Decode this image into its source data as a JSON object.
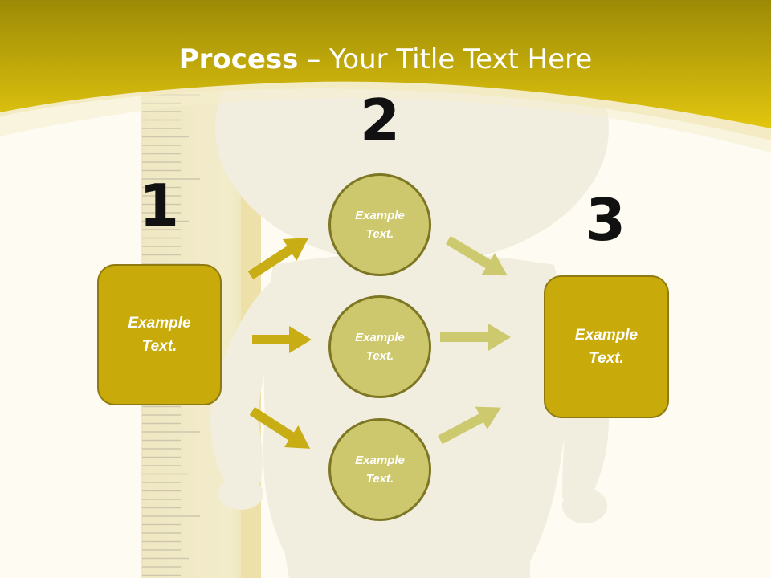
{
  "title": {
    "bold": "Process",
    "rest": " – Your Title Text Here"
  },
  "steps": [
    {
      "number": "1",
      "label": "Example Text."
    },
    {
      "number": "2",
      "items": [
        "Example Text.",
        "Example Text.",
        "Example Text."
      ]
    },
    {
      "number": "3",
      "label": "Example Text."
    }
  ],
  "colors": {
    "header": "#c9ac08",
    "box_fill": "#c8aa0a",
    "circle_fill": "#cdc86e",
    "arrow_left": "#c9ad14",
    "arrow_right": "#cdc96e",
    "background": "#fdfbf2"
  }
}
